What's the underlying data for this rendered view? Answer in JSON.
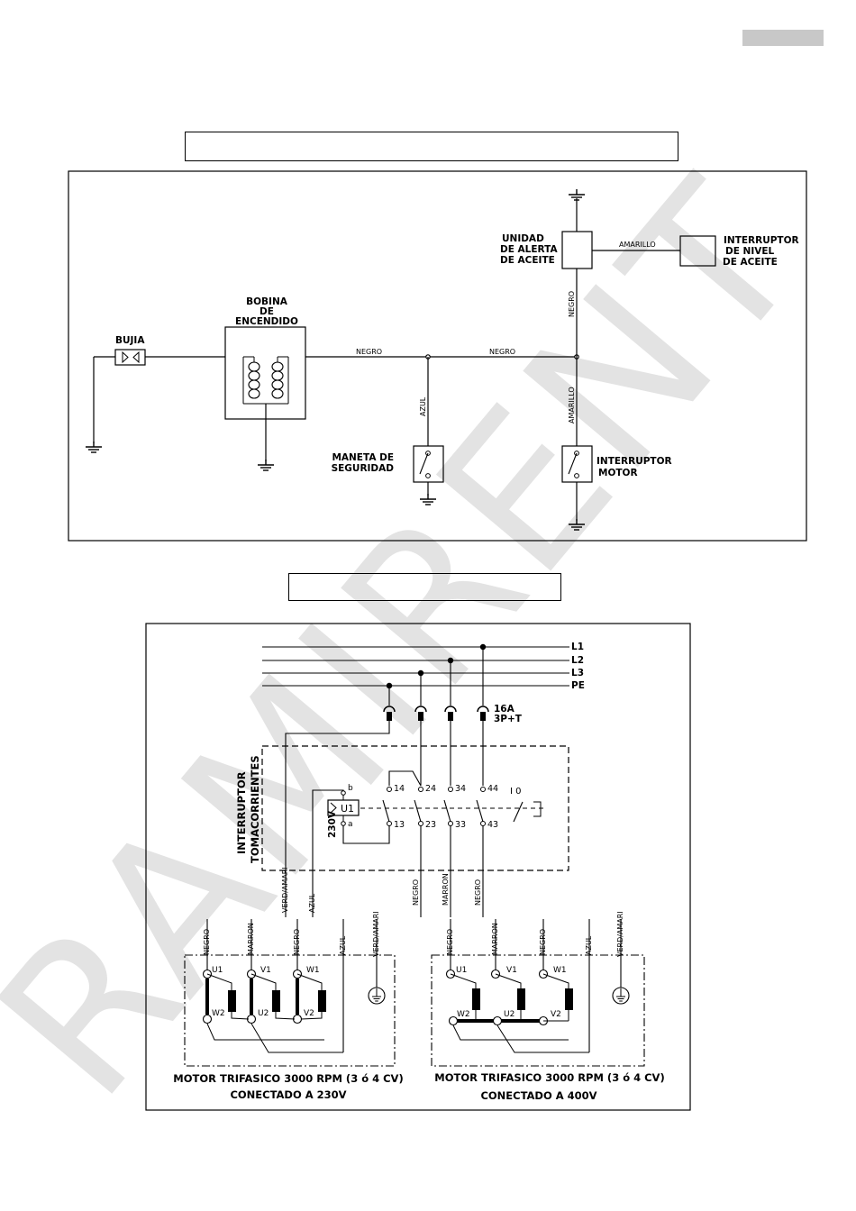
{
  "watermark": "RAMIRENT",
  "ignition": {
    "bujia": "BUJIA",
    "bobina": [
      "BOBINA",
      "DE",
      "ENCENDIDO"
    ],
    "unidad": [
      "UNIDAD",
      "DE ALERTA",
      "DE ACEITE"
    ],
    "interruptor_nivel": [
      "INTERRUPTOR",
      "DE NIVEL",
      "DE ACEITE"
    ],
    "maneta": [
      "MANETA DE",
      "SEGURIDAD"
    ],
    "interruptor_motor": [
      "INTERRUPTOR",
      "MOTOR"
    ],
    "wire_negro": "NEGRO",
    "wire_negro_vertical": "NEGRO",
    "wire_amarillo": "AMARILLO",
    "wire_azul": "AZUL"
  },
  "power": {
    "lines": [
      "L1",
      "L2",
      "L3",
      "PE"
    ],
    "breaker": [
      "16A",
      "3P+T"
    ],
    "switch_label": [
      "INTERRUPTOR",
      "TOMACORRIENTES"
    ],
    "coil_voltage": "230V",
    "coil_label": "U1",
    "coil_a": "a",
    "coil_b": "b",
    "contacts_top": [
      "14",
      "24",
      "34",
      "44"
    ],
    "contacts_bottom": [
      "13",
      "23",
      "33",
      "43"
    ],
    "switch_symbol": "I  0",
    "wires_out": [
      "VERD/AMARI",
      "AZUL",
      "NEGRO",
      "MARRON",
      "NEGRO"
    ],
    "motor_wires": [
      "NEGRO",
      "MARRON",
      "NEGRO",
      "AZUL",
      "VERD/AMARI"
    ],
    "terminals_top": [
      "U1",
      "V1",
      "W1"
    ],
    "terminals_bottom": [
      "W2",
      "U2",
      "V2"
    ],
    "motor_title": "MOTOR TRIFASICO 3000 RPM (3 ó 4 CV)",
    "motor_left_conn": "CONECTADO A  230V",
    "motor_right_conn": "CONECTADO A  400V"
  }
}
